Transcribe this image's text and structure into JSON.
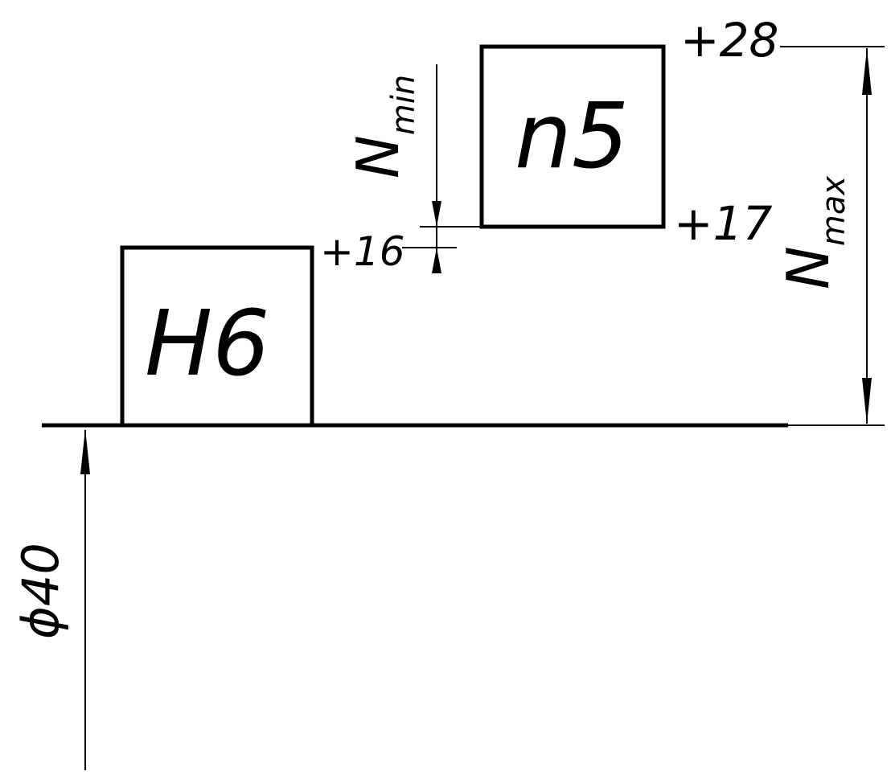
{
  "zero_line": {
    "nominal_label": "ϕ40"
  },
  "hole_zone": {
    "label": "H6",
    "upper_deviation": "+16"
  },
  "shaft_zone": {
    "label": "n5",
    "upper_deviation": "+28",
    "lower_deviation": "+17"
  },
  "n_min": {
    "symbol": "N",
    "subscript": "min"
  },
  "n_max": {
    "symbol": "N",
    "subscript": "max"
  },
  "colors": {
    "ink": "#000000",
    "background": "#ffffff"
  }
}
